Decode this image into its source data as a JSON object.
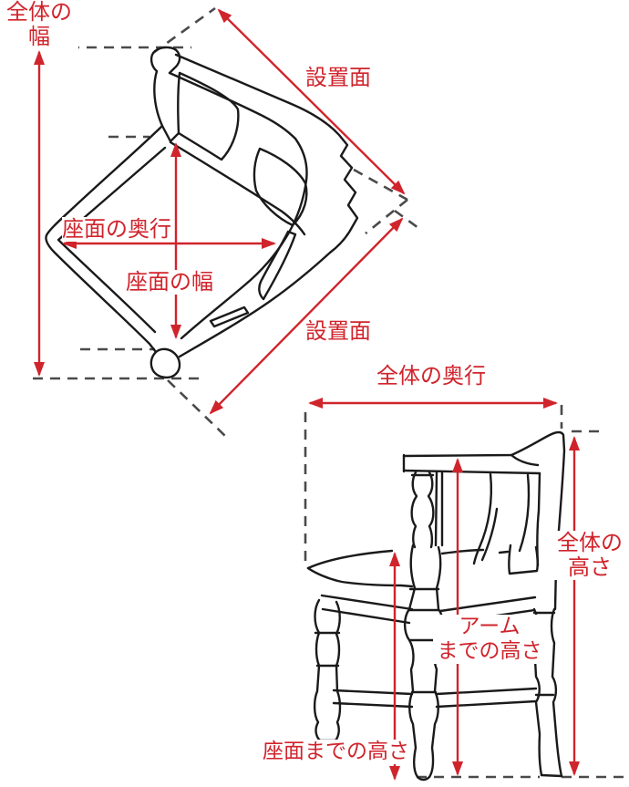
{
  "diagram": {
    "description": "Corner chair dimension diagram, top view and side view",
    "colors": {
      "dimension_red": "#d0242c",
      "guide_gray": "#4a4a4a",
      "outline_black": "#1a1a1a",
      "background": "#ffffff"
    },
    "top_view": {
      "overall_width": {
        "line1": "全体の",
        "line2": "幅"
      },
      "installation_surface_upper": "設置面",
      "installation_surface_lower": "設置面",
      "seat_depth": "座面の奥行",
      "seat_width": "座面の幅"
    },
    "side_view": {
      "overall_depth": "全体の奥行",
      "overall_height": {
        "line1": "全体の",
        "line2": "高さ"
      },
      "arm_height": {
        "line1": "アーム",
        "line2": "までの高さ"
      },
      "seat_height": "座面までの高さ"
    }
  }
}
